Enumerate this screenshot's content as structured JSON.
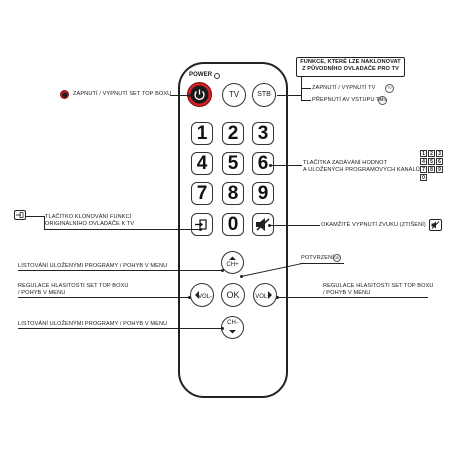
{
  "remote": {
    "power_label": "POWER",
    "tv_label": "TV",
    "stb_label": "STB",
    "digits": [
      "1",
      "2",
      "3",
      "4",
      "5",
      "6",
      "7",
      "8",
      "9"
    ],
    "zero": "0",
    "ch_up": "CH+",
    "ch_down": "CH-",
    "vol_down": "VOL-",
    "vol_up": "VOL+",
    "ok": "OK"
  },
  "callouts": {
    "tv_functions_title_1": "FUNKCE, KTERÉ LZE NAKLONOVAT",
    "tv_functions_title_2": "Z PŮVODNÍHO OVLADAČE PRO TV",
    "tv_power": "ZAPNUTÍ / VYPNUTÍ TV",
    "tv_power_icon": "TV",
    "av_switch": "PŘEPNUTÍ AV VSTUPU TV",
    "av_switch_icon": "STB",
    "stb_power": "ZAPNUTÍ / VYPNUTÍ SET TOP BOXU",
    "digits_1": "TLAČÍTKA ZADÁVÁNÍ HODNOT",
    "digits_2": "A ULOŽENÝCH PROGRAMOVÝCH KANÁLŮ",
    "digits_grid": [
      "1",
      "2",
      "3",
      "4",
      "5",
      "6",
      "7",
      "8",
      "9",
      "0"
    ],
    "clone_1": "TLAČÍTKO KLONOVÁNÍ FUNKCÍ",
    "clone_2": "ORIGINÁLNÍHO OVLADAČE K TV",
    "mute": "OKAMŽITÉ VYPNUTÍ ZVUKU (ZTIŠENÍ)",
    "list_up": "LISTOVÁNÍ ULOŽENÝMI PROGRAMY / POHYB V MENU",
    "confirm": "POTVRZENÍ",
    "confirm_icon": "OK",
    "vol_left_1": "REGULACE HLASITOSTI SET TOP BOXU",
    "vol_left_2": "/ POHYB V MENU",
    "vol_right_1": "REGULACE HLASITOSTI SET TOP BOXU",
    "vol_right_2": "/ POHYB V MENU",
    "list_down": "LISTOVÁNÍ ULOŽENÝMI PROGRAMY / POHYB V MENU"
  },
  "colors": {
    "power_button": "#d42027",
    "line": "#222222"
  },
  "icons": [
    "power-icon",
    "input-arrow-icon",
    "mute-icon",
    "chevron-up-icon",
    "chevron-down-icon",
    "chevron-left-icon",
    "chevron-right-icon"
  ]
}
